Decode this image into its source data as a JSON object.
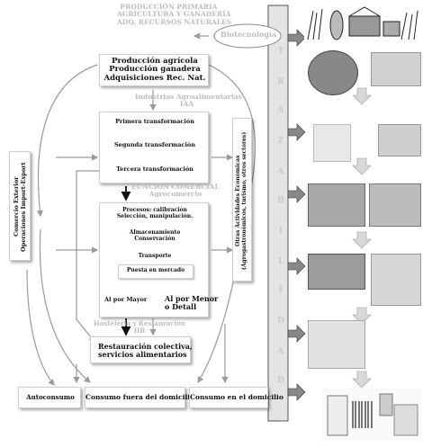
{
  "primary_header": [
    "PRODUCCIÓN PRIMARIA",
    "AGRICULTURA Y GANADERÍA",
    "ADQ. RECURSOS NATURALES"
  ],
  "biotech_label": "Biotecnología",
  "primary_box": [
    "Producción agrícola",
    "Producción ganadera",
    "Adquisiciones Rec. Nat."
  ],
  "iaa_header": [
    "Industrias Agroalimentarias",
    "IAA"
  ],
  "iaa_box": [
    "Primera transformación",
    "Segunda transformación",
    "Tercera transformación"
  ],
  "commercial_header": [
    "FUNCION COMERCIAL",
    "Agrocomercio"
  ],
  "commercial_box": {
    "p1": [
      "Procesos: calibración",
      "Selección, manipulación."
    ],
    "p2": [
      "Almacenamiento",
      "Conservación"
    ],
    "transport": "Transporte",
    "market": "Puesta en mercado",
    "wholesale": "Al por Mayor",
    "retail": [
      "Al por Menor",
      "o Detall"
    ]
  },
  "foreign_trade": [
    "Comercio Exterior",
    "Operaciones Import-Export"
  ],
  "other_activities": [
    "Otras Actividades Económicas",
    "(Agrogastronómicos, turismo, otros sectores)"
  ],
  "horeca_header": [
    "Hostelería y Restauración",
    "HR"
  ],
  "restauracion_box": [
    "Restauración colectiva,",
    "servicios alimentarios"
  ],
  "consumption": [
    "Autoconsumo",
    "Consumo fuera del domicilio",
    "Consumo en el domicilio"
  ],
  "traceability": [
    "T",
    "R",
    "A",
    "Z",
    "A",
    "B",
    "I",
    "L",
    "I",
    "D",
    "A",
    "D"
  ]
}
